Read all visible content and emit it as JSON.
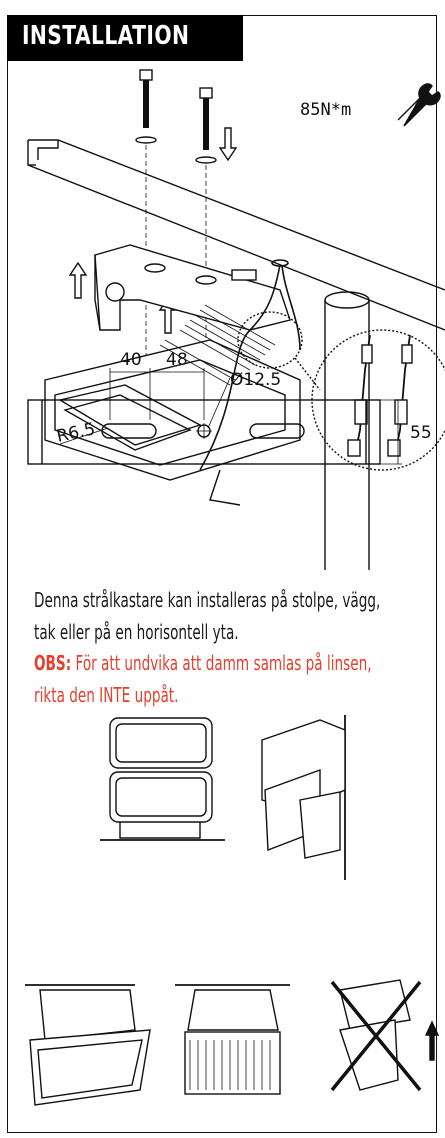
{
  "header": {
    "title": "INSTALLATION"
  },
  "torque": {
    "label": "85N*m"
  },
  "dimensions": {
    "d1": "40",
    "d2": "48",
    "hole": "Ø12.5",
    "radius": "R6.5",
    "height": "55"
  },
  "text": {
    "line1": "Denna strålkastare kan installeras på stolpe, vägg,",
    "line2": "tak eller på en horisontell yta.",
    "obs_label": "OBS:",
    "obs_line1": " För att undvika att damm samlas på linsen,",
    "obs_line2": "rikta den INTE uppåt."
  },
  "colors": {
    "accent": "#e4402e",
    "header_bg": "#000000",
    "line": "#111111"
  },
  "icons": [
    "wrench-icon",
    "bolt",
    "arrow-up-icon",
    "arrow-down-icon",
    "cross-icon"
  ]
}
